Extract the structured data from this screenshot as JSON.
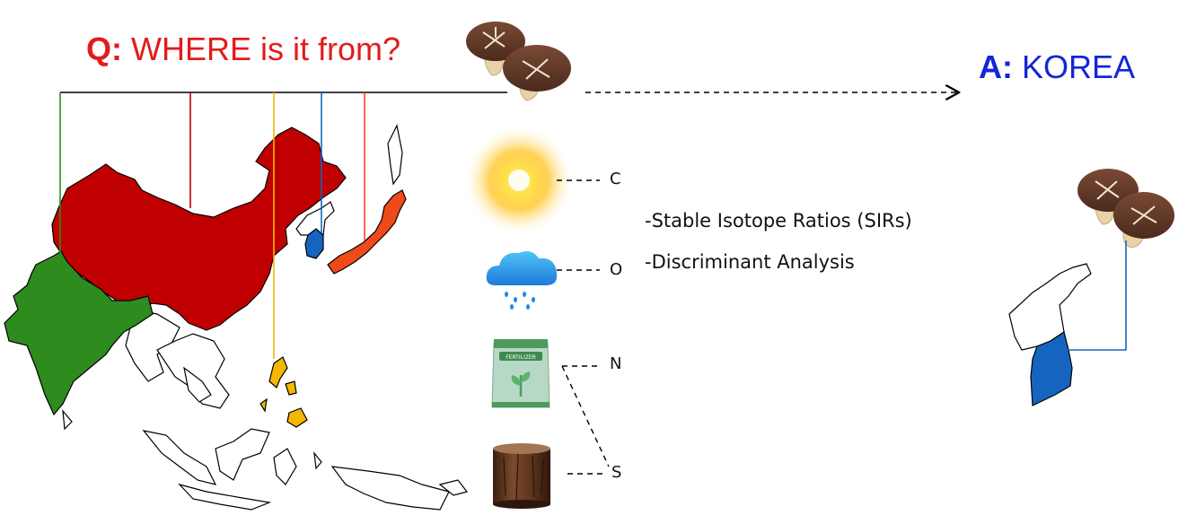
{
  "question": {
    "prefix": "Q:",
    "text": " WHERE is it from?"
  },
  "answer": {
    "prefix": "A:",
    "text": " KOREA"
  },
  "elements": {
    "carbon": "C",
    "oxygen": "O",
    "nitrogen": "N",
    "sulfur": "S"
  },
  "methods": [
    "-Stable Isotope Ratios (SIRs)",
    "-Discriminant Analysis"
  ],
  "colors": {
    "question": "#e31b1b",
    "answer": "#1326d8",
    "china": "#c00000",
    "india": "#2e8b1e",
    "korea": "#1565c0",
    "japan": "#f04a1a",
    "philippines": "#f5b800"
  },
  "icons": [
    "shiitake-mushroom-icon",
    "sun-icon",
    "rain-cloud-icon",
    "fertilizer-bag-icon",
    "log-icon",
    "arrow-right-icon"
  ]
}
